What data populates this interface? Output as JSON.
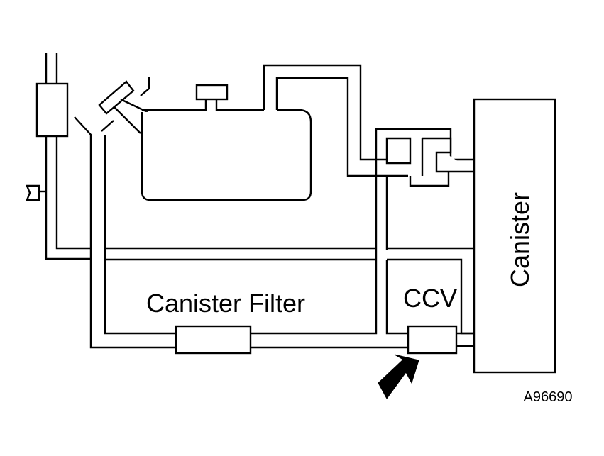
{
  "labels": {
    "canister": "Canister",
    "canister_filter": "Canister Filter",
    "ccv": "CCV",
    "figure_id": "A96690"
  },
  "components": [
    "fuel-tank",
    "fuel-filler-cap",
    "filler-neck",
    "tank-cap",
    "canister",
    "canister-filter",
    "ccv-valve",
    "inline-component",
    "vent-fitting",
    "pointer-arrow"
  ],
  "colors": {
    "line": "#000000",
    "background": "#ffffff",
    "arrow": "#000000"
  }
}
